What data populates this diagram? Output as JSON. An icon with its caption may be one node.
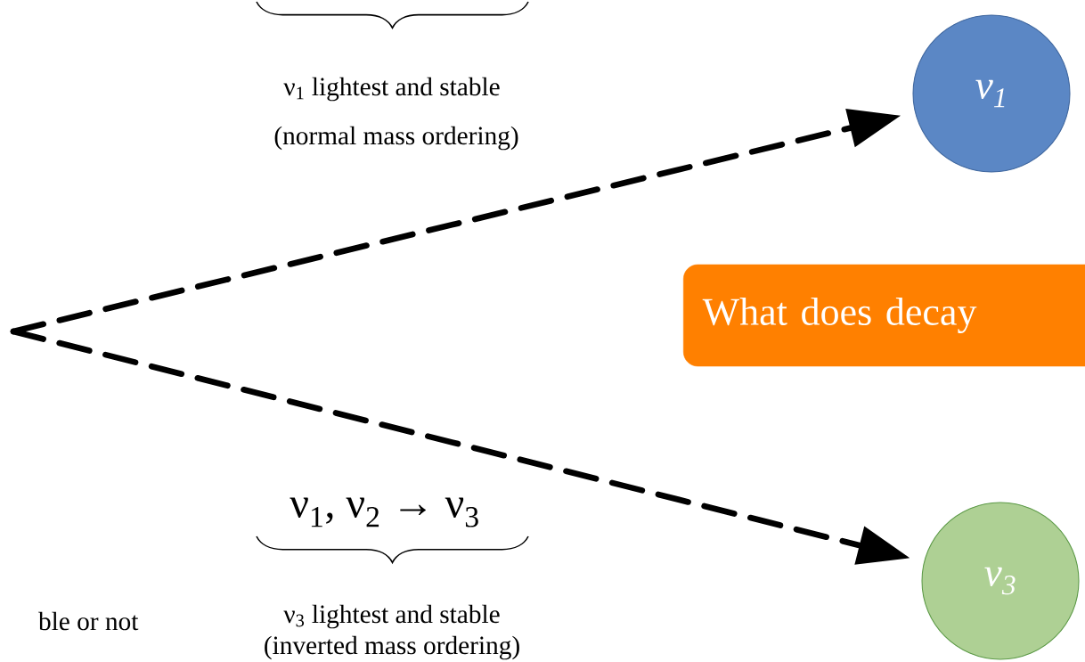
{
  "diagram": {
    "nodes": [
      {
        "text": [
          "ν$_{1}$"
        ]
      },
      {
        "text": [
          "ν$_{3}$"
        ]
      },
      {
        "text": [
          "What does decay"
        ]
      }
    ],
    "edges": [
      {
        "from": null,
        "to": 0,
        "arrow": "to",
        "style": "dashed"
      },
      {
        "from": null,
        "to": 1,
        "arrow": "to",
        "style": "dashed"
      }
    ],
    "labels": [
      "ν$_{1}$ lightest and stable",
      "(normal mass ordering)",
      "ν$_{1}$, ν$_{2}$ → ν$_{3}$",
      "ble or not",
      "ν$_{3}$ lightest and stable",
      "(inverted mass ordering)"
    ]
  }
}
